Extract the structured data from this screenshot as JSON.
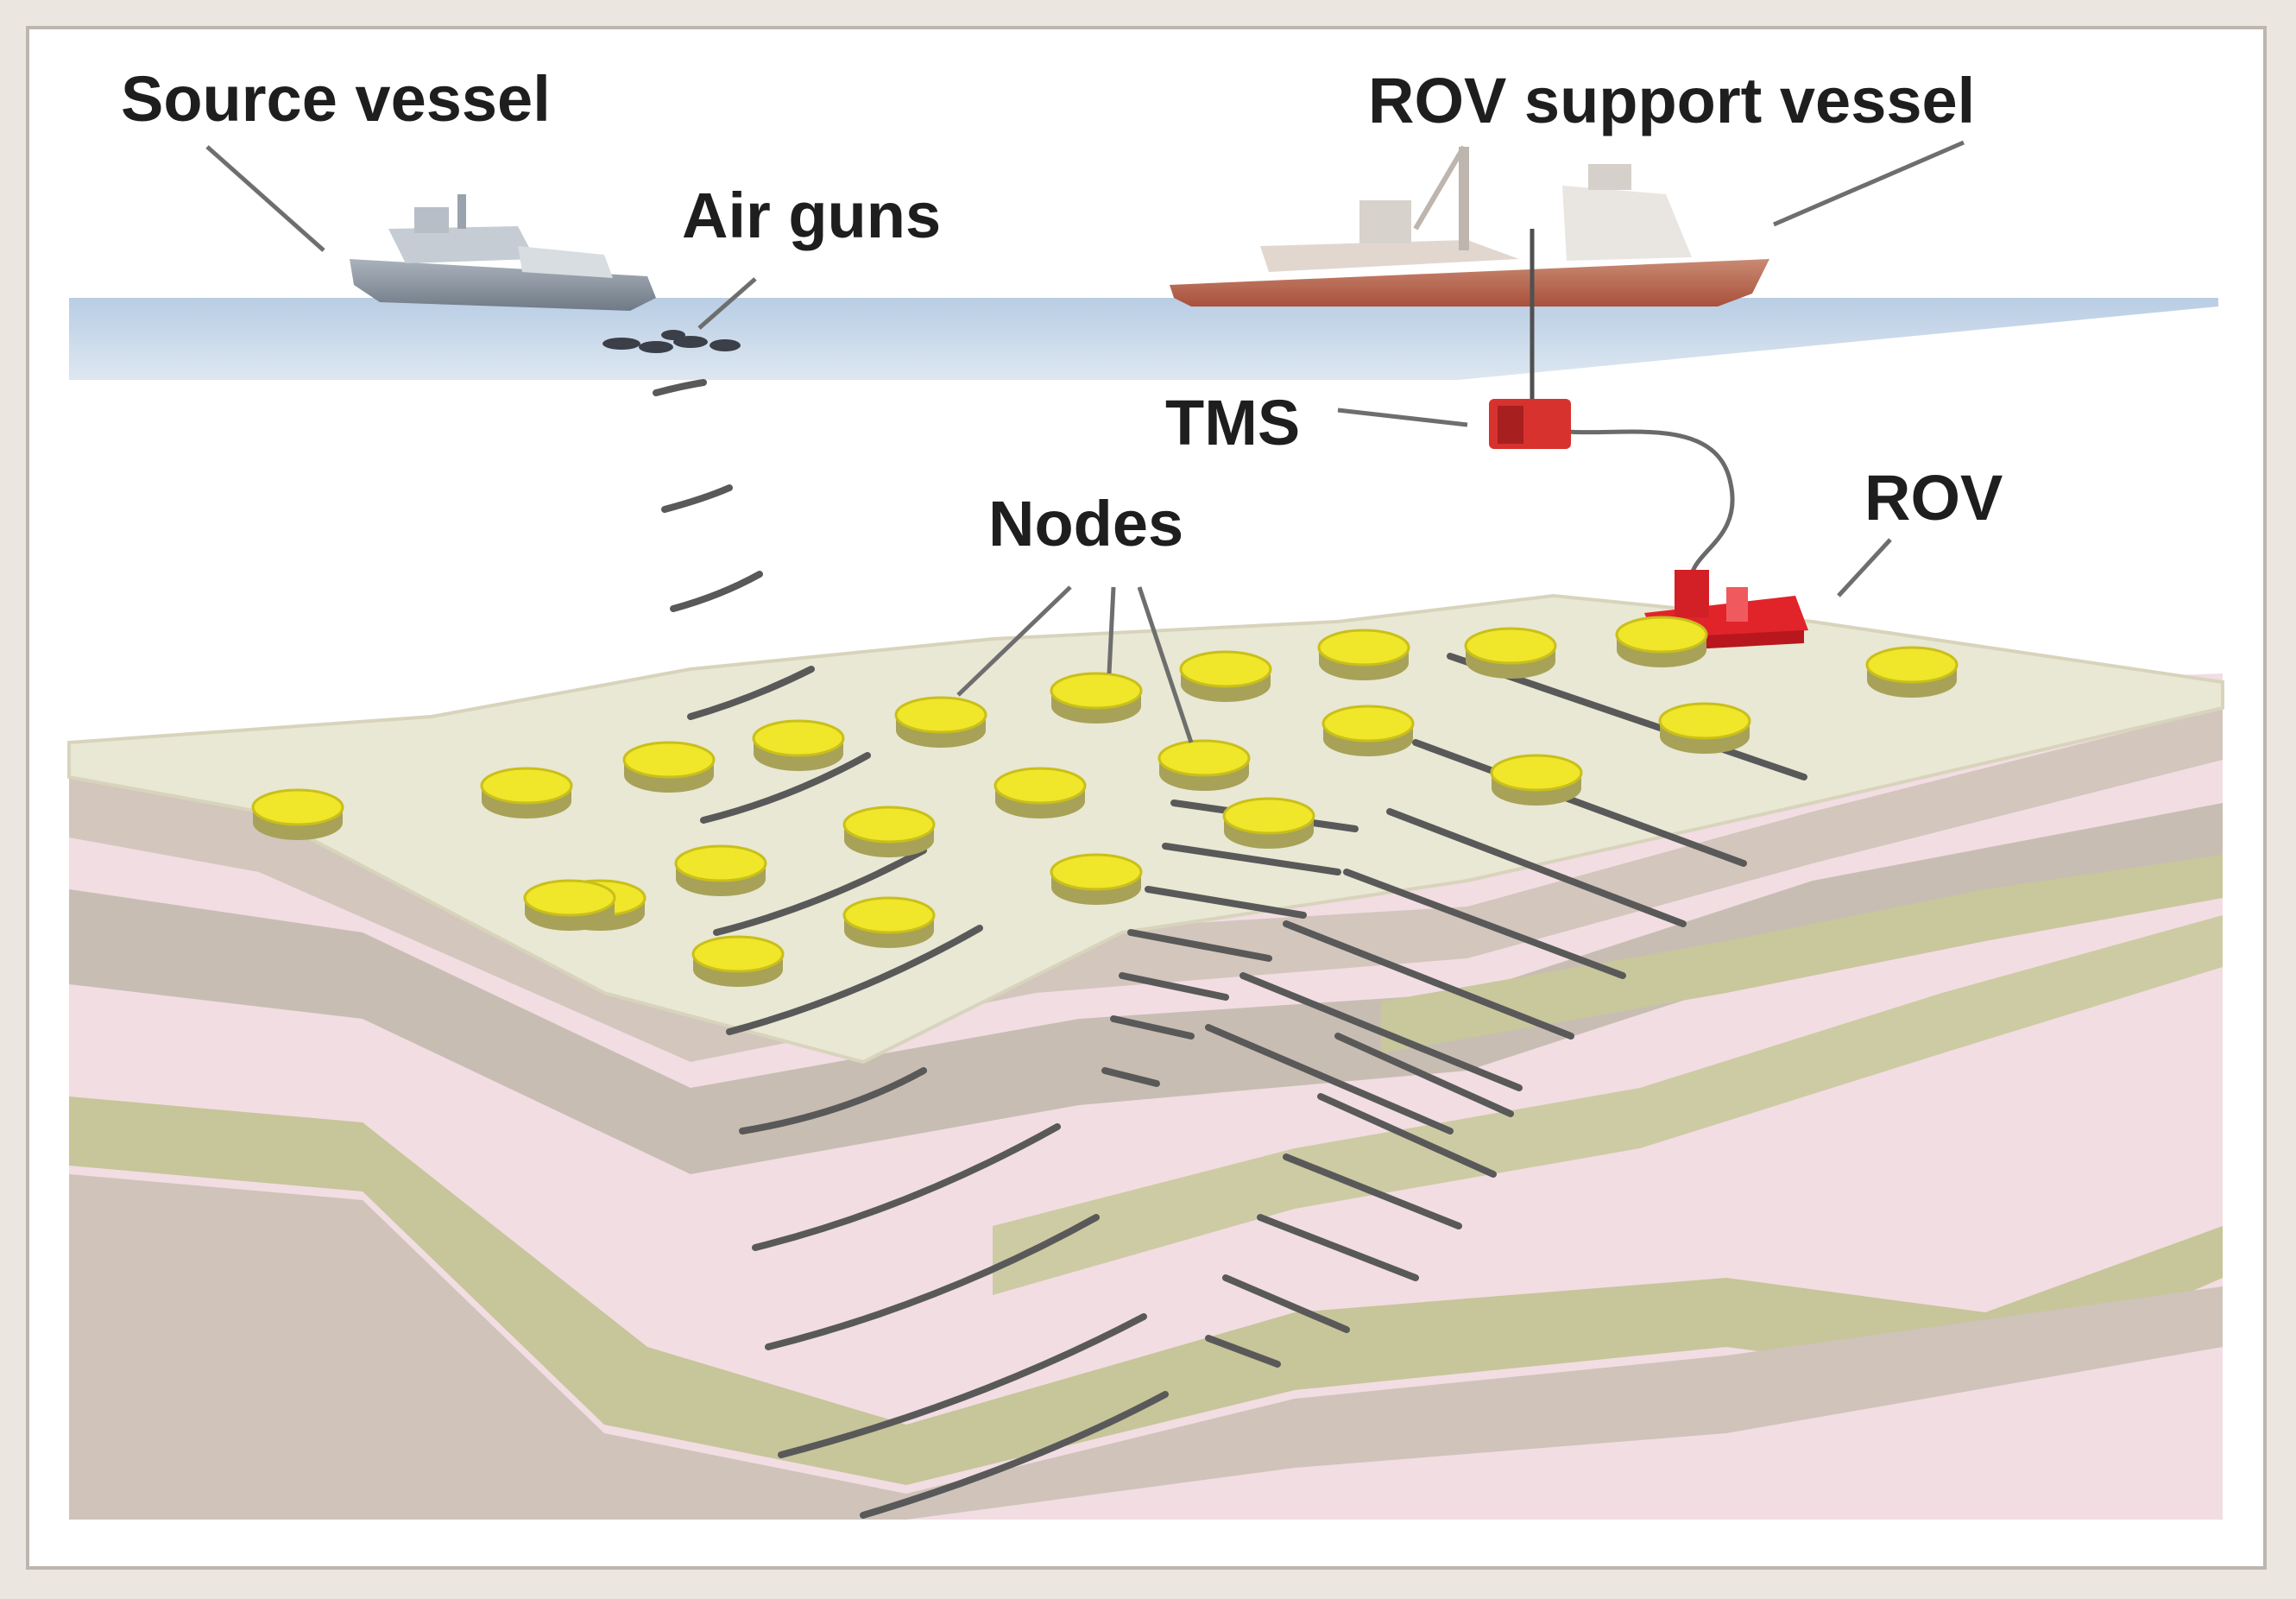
{
  "labels": {
    "source_vessel": "Source vessel",
    "air_guns": "Air guns",
    "rov_support_vessel": "ROV support vessel",
    "tms": "TMS",
    "nodes": "Nodes",
    "rov": "ROV"
  },
  "colors": {
    "sea_surface": "#c7d6e8",
    "seabed_top": "#e9e8d4",
    "strata_pink": "#f2dde3",
    "strata_tan": "#c8bdb2",
    "strata_olive": "#c7c59a",
    "node_yellow": "#f0e62a",
    "rov_red": "#e0242a",
    "wave_line": "#595959"
  },
  "icons": {
    "source_vessel": "ship-icon",
    "rov_support_vessel": "ship-icon",
    "tms": "tether-management-system-icon",
    "rov": "rov-icon",
    "node": "seabed-node-icon"
  }
}
